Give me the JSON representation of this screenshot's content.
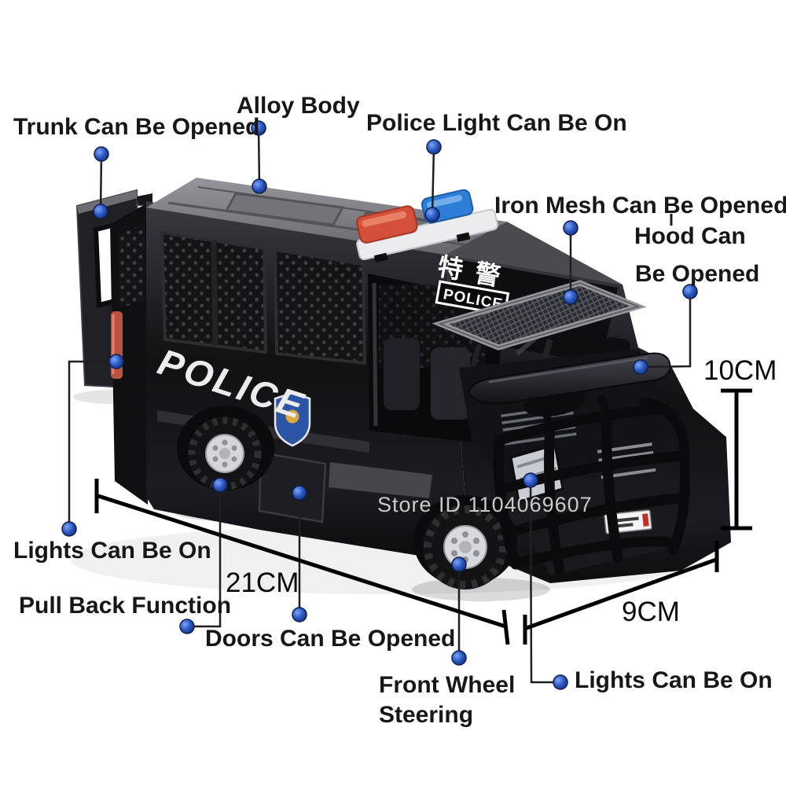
{
  "watermark": "Store ID 1104069607",
  "vehicle": {
    "side_text": "POLICE",
    "windshield_text_cn": "特警",
    "windshield_text_en": "POLICE"
  },
  "callouts": {
    "trunk": "Trunk Can Be Opened",
    "alloy_body": "Alloy Body",
    "police_light": "Police Light Can Be On",
    "iron_mesh": "Iron Mesh Can Be Opened",
    "hood_line1": "Hood Can",
    "hood_line2": "Be Opened",
    "lights_left": "Lights Can Be On",
    "pull_back": "Pull Back Function",
    "doors": "Doors Can Be Opened",
    "front_wheel_line1": "Front Wheel",
    "front_wheel_line2": "Steering",
    "lights_right": "Lights Can Be On"
  },
  "dimensions": {
    "length": "21CM",
    "width": "9CM",
    "height": "10CM"
  },
  "colors": {
    "callout_dot": "#2b57c4",
    "beacon_red": "#d4503a",
    "beacon_blue": "#2e7ed8",
    "body_black": "#17171a",
    "roof_gray": "#818287",
    "tail_light_red": "#b9523e"
  }
}
